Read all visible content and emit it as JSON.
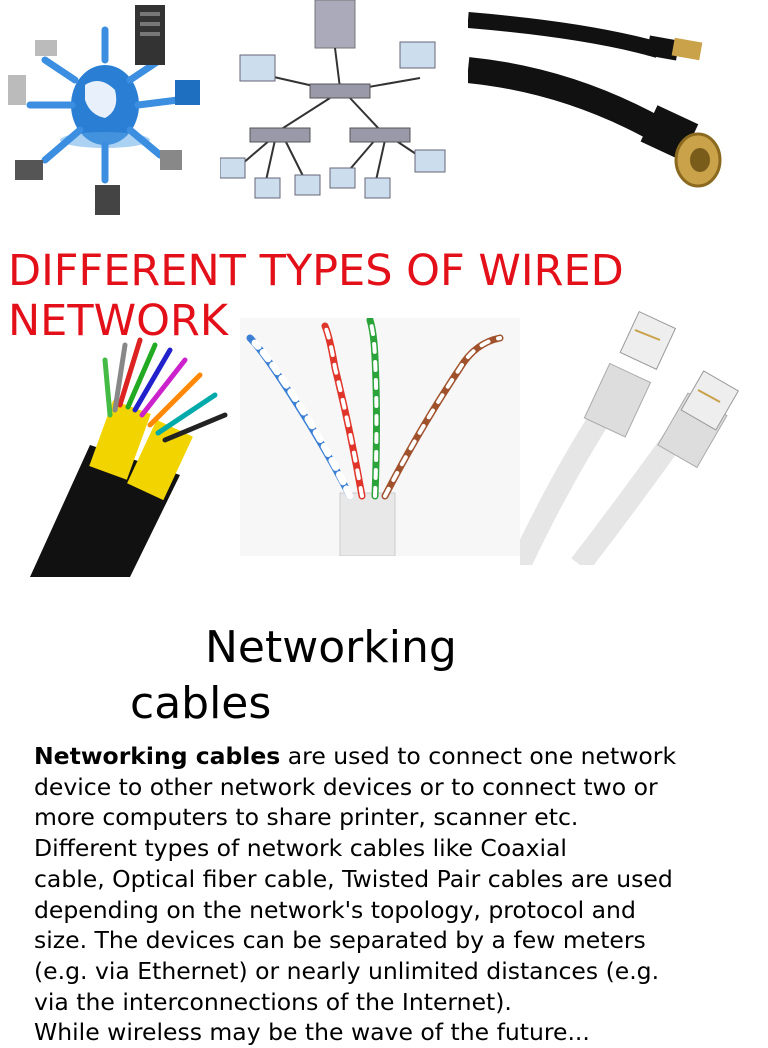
{
  "title": "DIFFERENT TYPES OF WIRED NETWORK",
  "heading_line1": "Networking",
  "heading_line2": "cables",
  "body": {
    "bold_lead": "Networking cables",
    "lines": [
      " are used to connect one network",
      "device to other network devices or to connect two or",
      "more computers to share printer, scanner etc.",
      "Different types of network cables like Coaxial",
      "cable, Optical fiber cable, Twisted Pair cables are used",
      "depending on the network's topology, protocol and",
      "size. The devices can be separated by a few meters",
      "(e.g. via Ethernet) or nearly unlimited distances (e.g.",
      "via the interconnections of the Internet).",
      "While wireless may be the wave of the future..."
    ]
  },
  "colors": {
    "title": "#e3101a",
    "text": "#000000",
    "background": "#ffffff"
  },
  "images": [
    "globe-network-image",
    "network-topology-image",
    "coaxial-cable-image",
    "fiber-optic-cable-image",
    "twisted-pair-cable-image",
    "ethernet-cable-image"
  ]
}
